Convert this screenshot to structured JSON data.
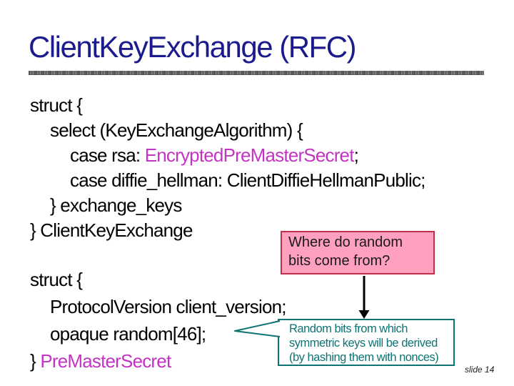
{
  "slide": {
    "title": "ClientKeyExchange (RFC)",
    "slide_number": "slide 14"
  },
  "code1": {
    "l1": "struct {",
    "l2": "select (KeyExchangeAlgorithm) {",
    "l3_pre": "case rsa: ",
    "l3_hl": "EncryptedPreMasterSecret",
    "l3_post": ";",
    "l4": "case diffie_hellman: ClientDiffieHellmanPublic;",
    "l5": "} exchange_keys",
    "l6": "} ClientKeyExchange"
  },
  "code2": {
    "l1": "struct {",
    "l2": "ProtocolVersion client_version;",
    "l3": "opaque random[46];",
    "l4_pre": "} ",
    "l4_hl": "PreMasterSecret"
  },
  "pink_callout": {
    "line1": "Where do random",
    "line2": "bits come from?"
  },
  "teal_callout": {
    "line1": "Random bits from which",
    "line2": "symmetric keys will be derived",
    "line3": "(by hashing them with nonces)"
  },
  "icons": {
    "down_arrow": "down-arrow connector from question box to answer box",
    "callout_pointer": "callout pointer wedge aiming at opaque random[46];"
  },
  "colors": {
    "title_navy": "#1b1b8e",
    "code_black": "#000000",
    "code_magenta": "#c433c4",
    "pink_fill": "#ffa0bf",
    "pink_border": "#c0304a",
    "teal": "#0e7373",
    "arrow": "#000000",
    "rule_gray": "#9a9a9a"
  }
}
